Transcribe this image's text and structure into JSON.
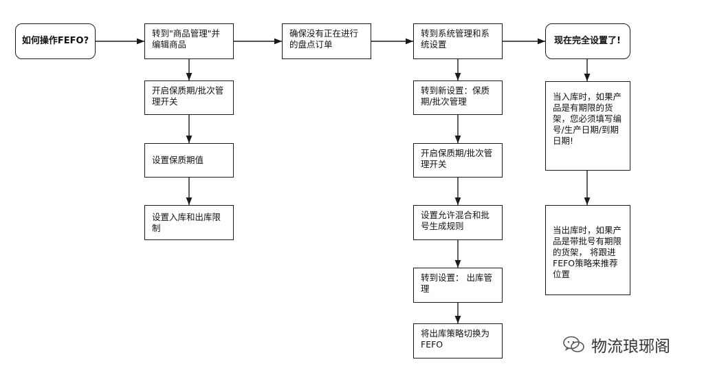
{
  "nodes": {
    "start": "如何操作FEFO?",
    "goto_product": "转到\"商品管理\"并编辑商品",
    "enable_shelf_1": "开启保质期/批次管理开关",
    "set_shelf_value": "设置保质期值",
    "set_inout_limit": "设置入库和出库限制",
    "ensure_no_count": "确保没有正在进行的盘点订单",
    "goto_system": "转到系统管理和系统设置",
    "goto_new_settings": "转到新设置：保质期/批次管理",
    "enable_shelf_2": "开启保质期/批次管理开关",
    "set_mix_rules": "设置允许混合和批号生成规则",
    "goto_outbound": "转到设置： 出库管理",
    "switch_fefo": "将出库策略切换为FEFO",
    "done": "现在完全设置了!",
    "inbound_note": "当入库时，如果产品是有期限的货架，您必须填写编号/生产日期/到期日期!",
    "outbound_note": "当出库时，如果产品是带批号有期限的货架， 将跟进FEFO策略来推荐位置"
  },
  "watermark": {
    "text": "物流琅琊阁",
    "icon": "wechat-icon"
  },
  "colors": {
    "stroke": "#1a1a1a",
    "background": "#ffffff"
  }
}
